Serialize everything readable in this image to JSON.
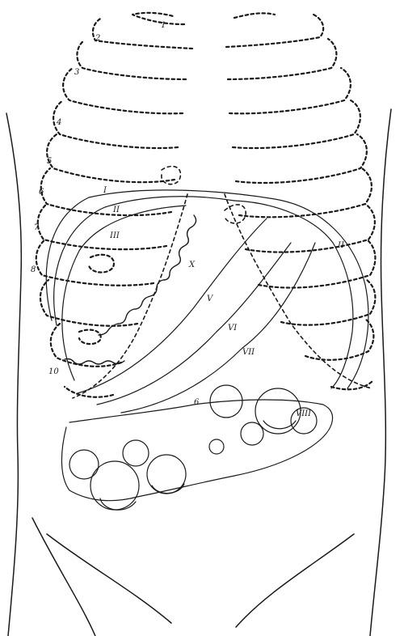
{
  "rib_numbers": [
    "1",
    "2",
    "3",
    "4",
    "5",
    "6",
    "7",
    "8",
    "10"
  ],
  "outline_labels": [
    "I",
    "II",
    "III",
    "X",
    "V",
    "VI",
    "VII",
    "II",
    "VIII"
  ],
  "mark_label": "6",
  "colors": {
    "ink": "#1a1a1a",
    "paper": "#ffffff"
  }
}
